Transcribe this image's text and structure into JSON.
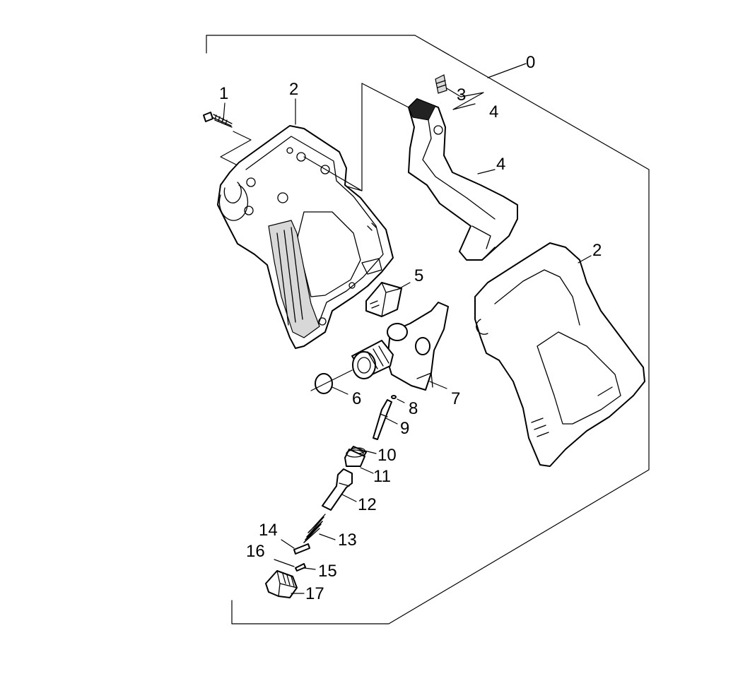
{
  "labels": {
    "l0": "0",
    "l1": "1",
    "l2a": "2",
    "l2b": "2",
    "l3": "3",
    "l4a": "4",
    "l4b": "4",
    "l5": "5",
    "l6": "6",
    "l7": "7",
    "l8": "8",
    "l9": "9",
    "l10": "10",
    "l11": "11",
    "l12": "12",
    "l13": "13",
    "l14": "14",
    "l15": "15",
    "l16": "16",
    "l17": "17"
  }
}
